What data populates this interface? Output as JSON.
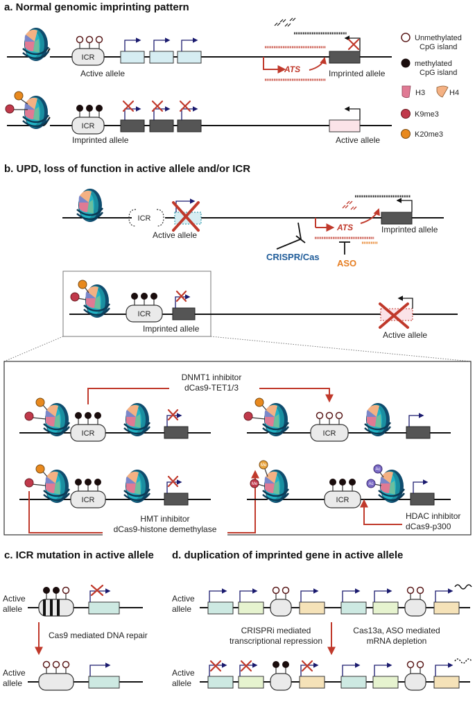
{
  "panel_a": {
    "title": "a. Normal genomic imprinting pattern",
    "icr": "ICR",
    "active_allele": "Active allele",
    "imprinted_allele": "Imprinted allele",
    "ats": "ATS"
  },
  "legend": {
    "unmethylated_l1": "Unmethylated",
    "unmethylated_l2": "CpG island",
    "methylated_l1": "methylated",
    "methylated_l2": "CpG island",
    "h3": "H3",
    "h4": "H4",
    "k9": "K9me3",
    "k20": "K20me3"
  },
  "panel_b": {
    "title": "b. UPD, loss of function in active allele and/or ICR",
    "icr": "ICR",
    "active_allele": "Active allele",
    "imprinted_allele": "Imprinted allele",
    "ats": "ATS",
    "crispr": "CRISPR/Cas",
    "aso": "ASO",
    "dnmt_l1": "DNMT1 inhibitor",
    "dnmt_l2": "dCas9-TET1/3",
    "hmt_l1": "HMT inhibitor",
    "hmt_l2": "dCas9-histone demethylase",
    "hdac_l1": "HDAC inhibitor",
    "hdac_l2": "dCas9-p300",
    "me": "Me",
    "ac": "Ac"
  },
  "panel_c": {
    "title": "c. ICR mutation in active allele",
    "active_l1": "Active",
    "active_l2": "allele",
    "repair": "Cas9 mediated DNA repair"
  },
  "panel_d": {
    "title": "d. duplication of imprinted gene in active allele",
    "active_l1": "Active",
    "active_l2": "allele",
    "crispri_l1": "CRISPRi mediated",
    "crispri_l2": "transcriptional repression",
    "cas13_l1": "Cas13a, ASO mediated",
    "cas13_l2": "mRNA depletion"
  },
  "colors": {
    "red_accent": "#c0392b",
    "crispr_blue": "#1f5c99",
    "aso_orange": "#e67e22",
    "k9_red": "#c0394b",
    "k20_orange": "#e8891e"
  }
}
